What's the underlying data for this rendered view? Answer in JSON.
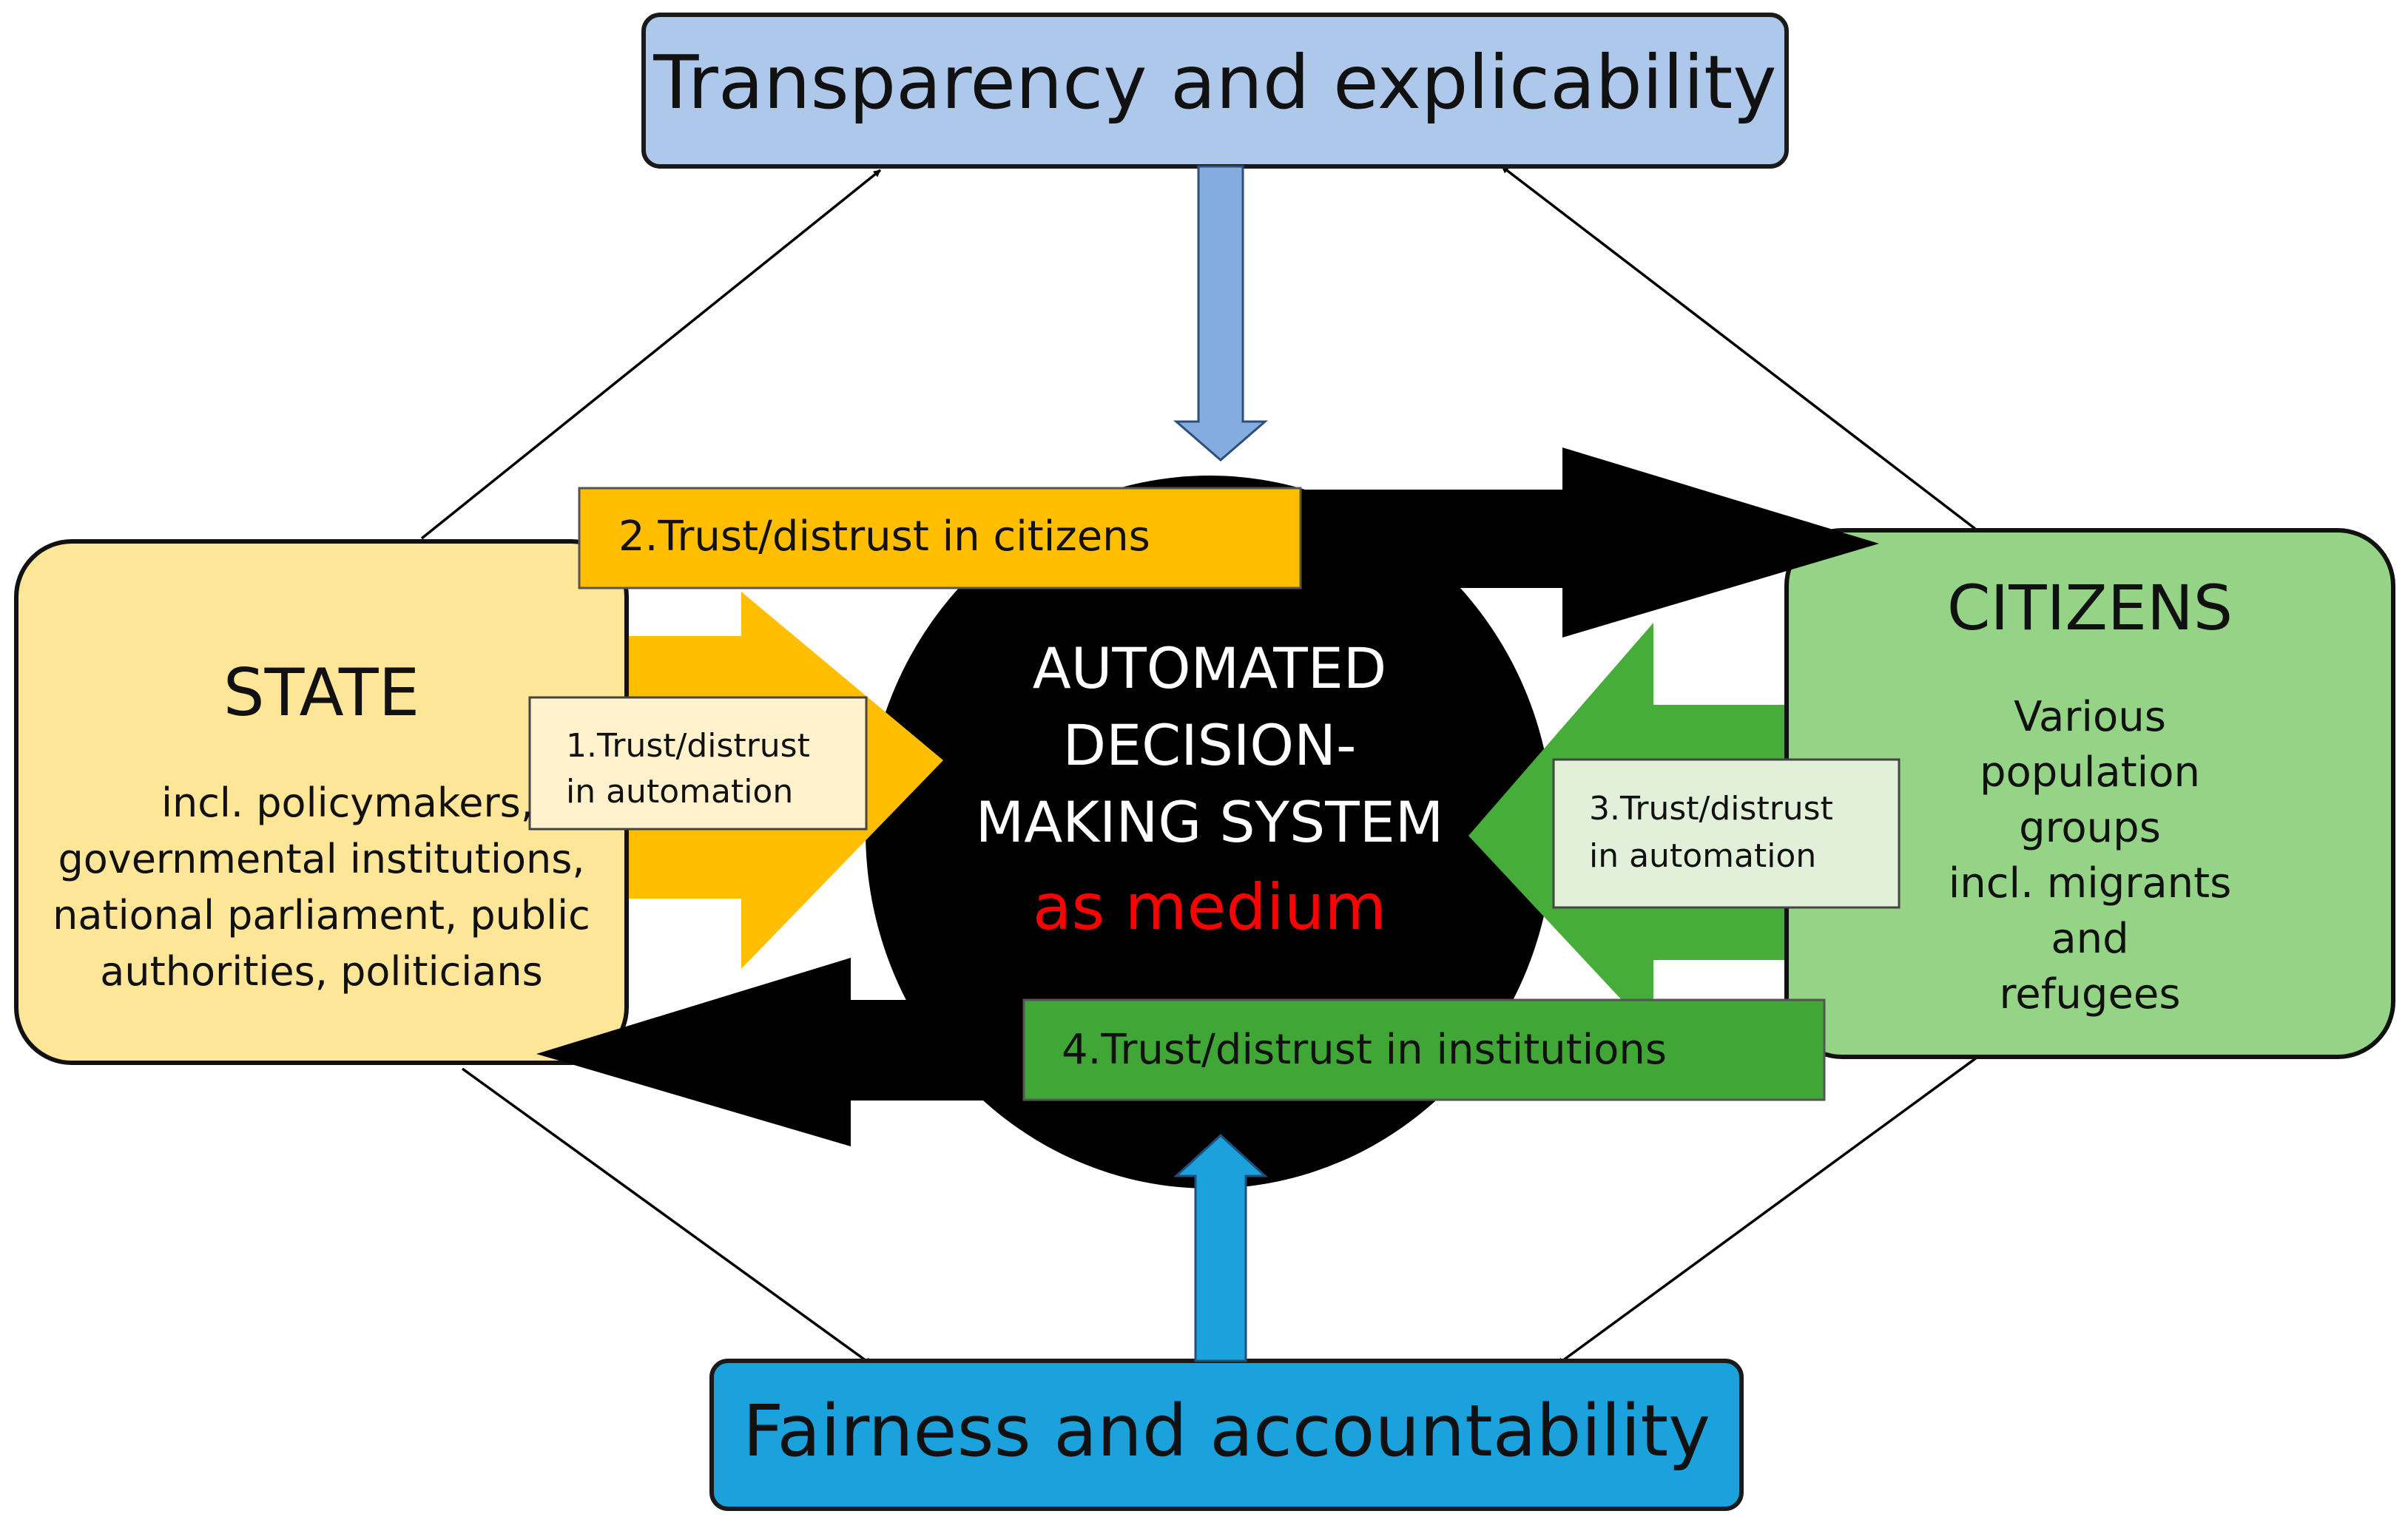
{
  "nodes": {
    "transparency": {
      "label": "Transparency and explicability"
    },
    "fairness": {
      "label": "Fairness and accountability"
    },
    "state": {
      "title": "STATE",
      "description": [
        "incl. policymakers,",
        "governmental institutions,",
        "national parliament, public",
        "authorities, politicians"
      ]
    },
    "citizens": {
      "title": "CITIZENS",
      "description": [
        "Various",
        "population",
        "groups",
        "incl. migrants",
        "and",
        "refugees"
      ]
    },
    "system": {
      "title_lines": [
        "AUTOMATED",
        "DECISION-",
        "MAKING SYSTEM"
      ],
      "subtitle": "as medium"
    }
  },
  "relations": {
    "r1": {
      "lines": [
        "1.Trust/distrust",
        "in automation"
      ]
    },
    "r2": {
      "label": "2.Trust/distrust in citizens"
    },
    "r3": {
      "lines": [
        "3.Trust/distrust",
        "in automation"
      ]
    },
    "r4": {
      "label": "4.Trust/distrust in institutions"
    }
  },
  "colors": {
    "transparency_fill": "#adc8ea",
    "fairness_fill": "#1ba1dc",
    "state_fill": "#fee699",
    "citizens_fill": "#95d386",
    "system_fill": "#000000",
    "medium_text": "#ff0000",
    "trust_citizens_fill": "#ffbf00",
    "trust_institutions_fill": "#40a636",
    "state_arrow": "#ffbf00",
    "citizens_arrow": "#47ad3a",
    "down_arrow": "#84acde",
    "up_arrow": "#1ba1dc"
  }
}
